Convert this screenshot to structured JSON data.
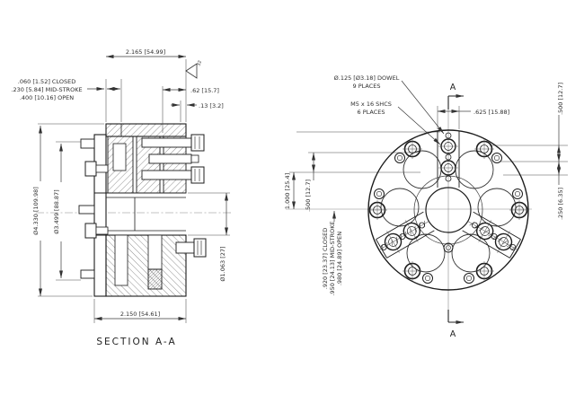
{
  "drawing": {
    "colors": {
      "line": "#1c1c1c",
      "dim_text": "#2e2e2e",
      "centerline": "#888888",
      "background": "#ffffff"
    },
    "section": {
      "caption": "SECTION  A-A",
      "finish": "32",
      "dims": {
        "overall_width": "2.165 [54.99]",
        "stroke_closed": ".060 [1.52] CLOSED",
        "stroke_mid": ".230 [5.84] MID-STROKE",
        "stroke_open": ".400 [10.16] OPEN",
        "flange_62": ".62 [15.7]",
        "flange_13": ".13 [3.2]",
        "dia_outer": "Ø4.330 [109.98]",
        "dia_pilot": "Ø3.499 [88.87]",
        "dia_bore": "Ø1.063 [27]",
        "base_width": "2.150 [54.61]"
      }
    },
    "face": {
      "section_marker": "A",
      "callouts": {
        "dowel": "Ø.125 [Ø3.18] DOWEL",
        "dowel_places": "9 PLACES",
        "shcs": "M5 x 16 SHCS",
        "shcs_places": "6 PLACES"
      },
      "dims": {
        "slot_width": ".625 [15.88]",
        "right_upper": ".500 [12.7]",
        "right_lower": ".250 [6.35]",
        "left_outer": "1.000 [25.4]",
        "left_inner": ".500 [12.7]",
        "stroke_closed": ".920 [23.37] CLOSED",
        "stroke_mid": ".950 [24.13] MID-STROKE",
        "stroke_open": ".980 [24.89] OPEN"
      }
    }
  }
}
